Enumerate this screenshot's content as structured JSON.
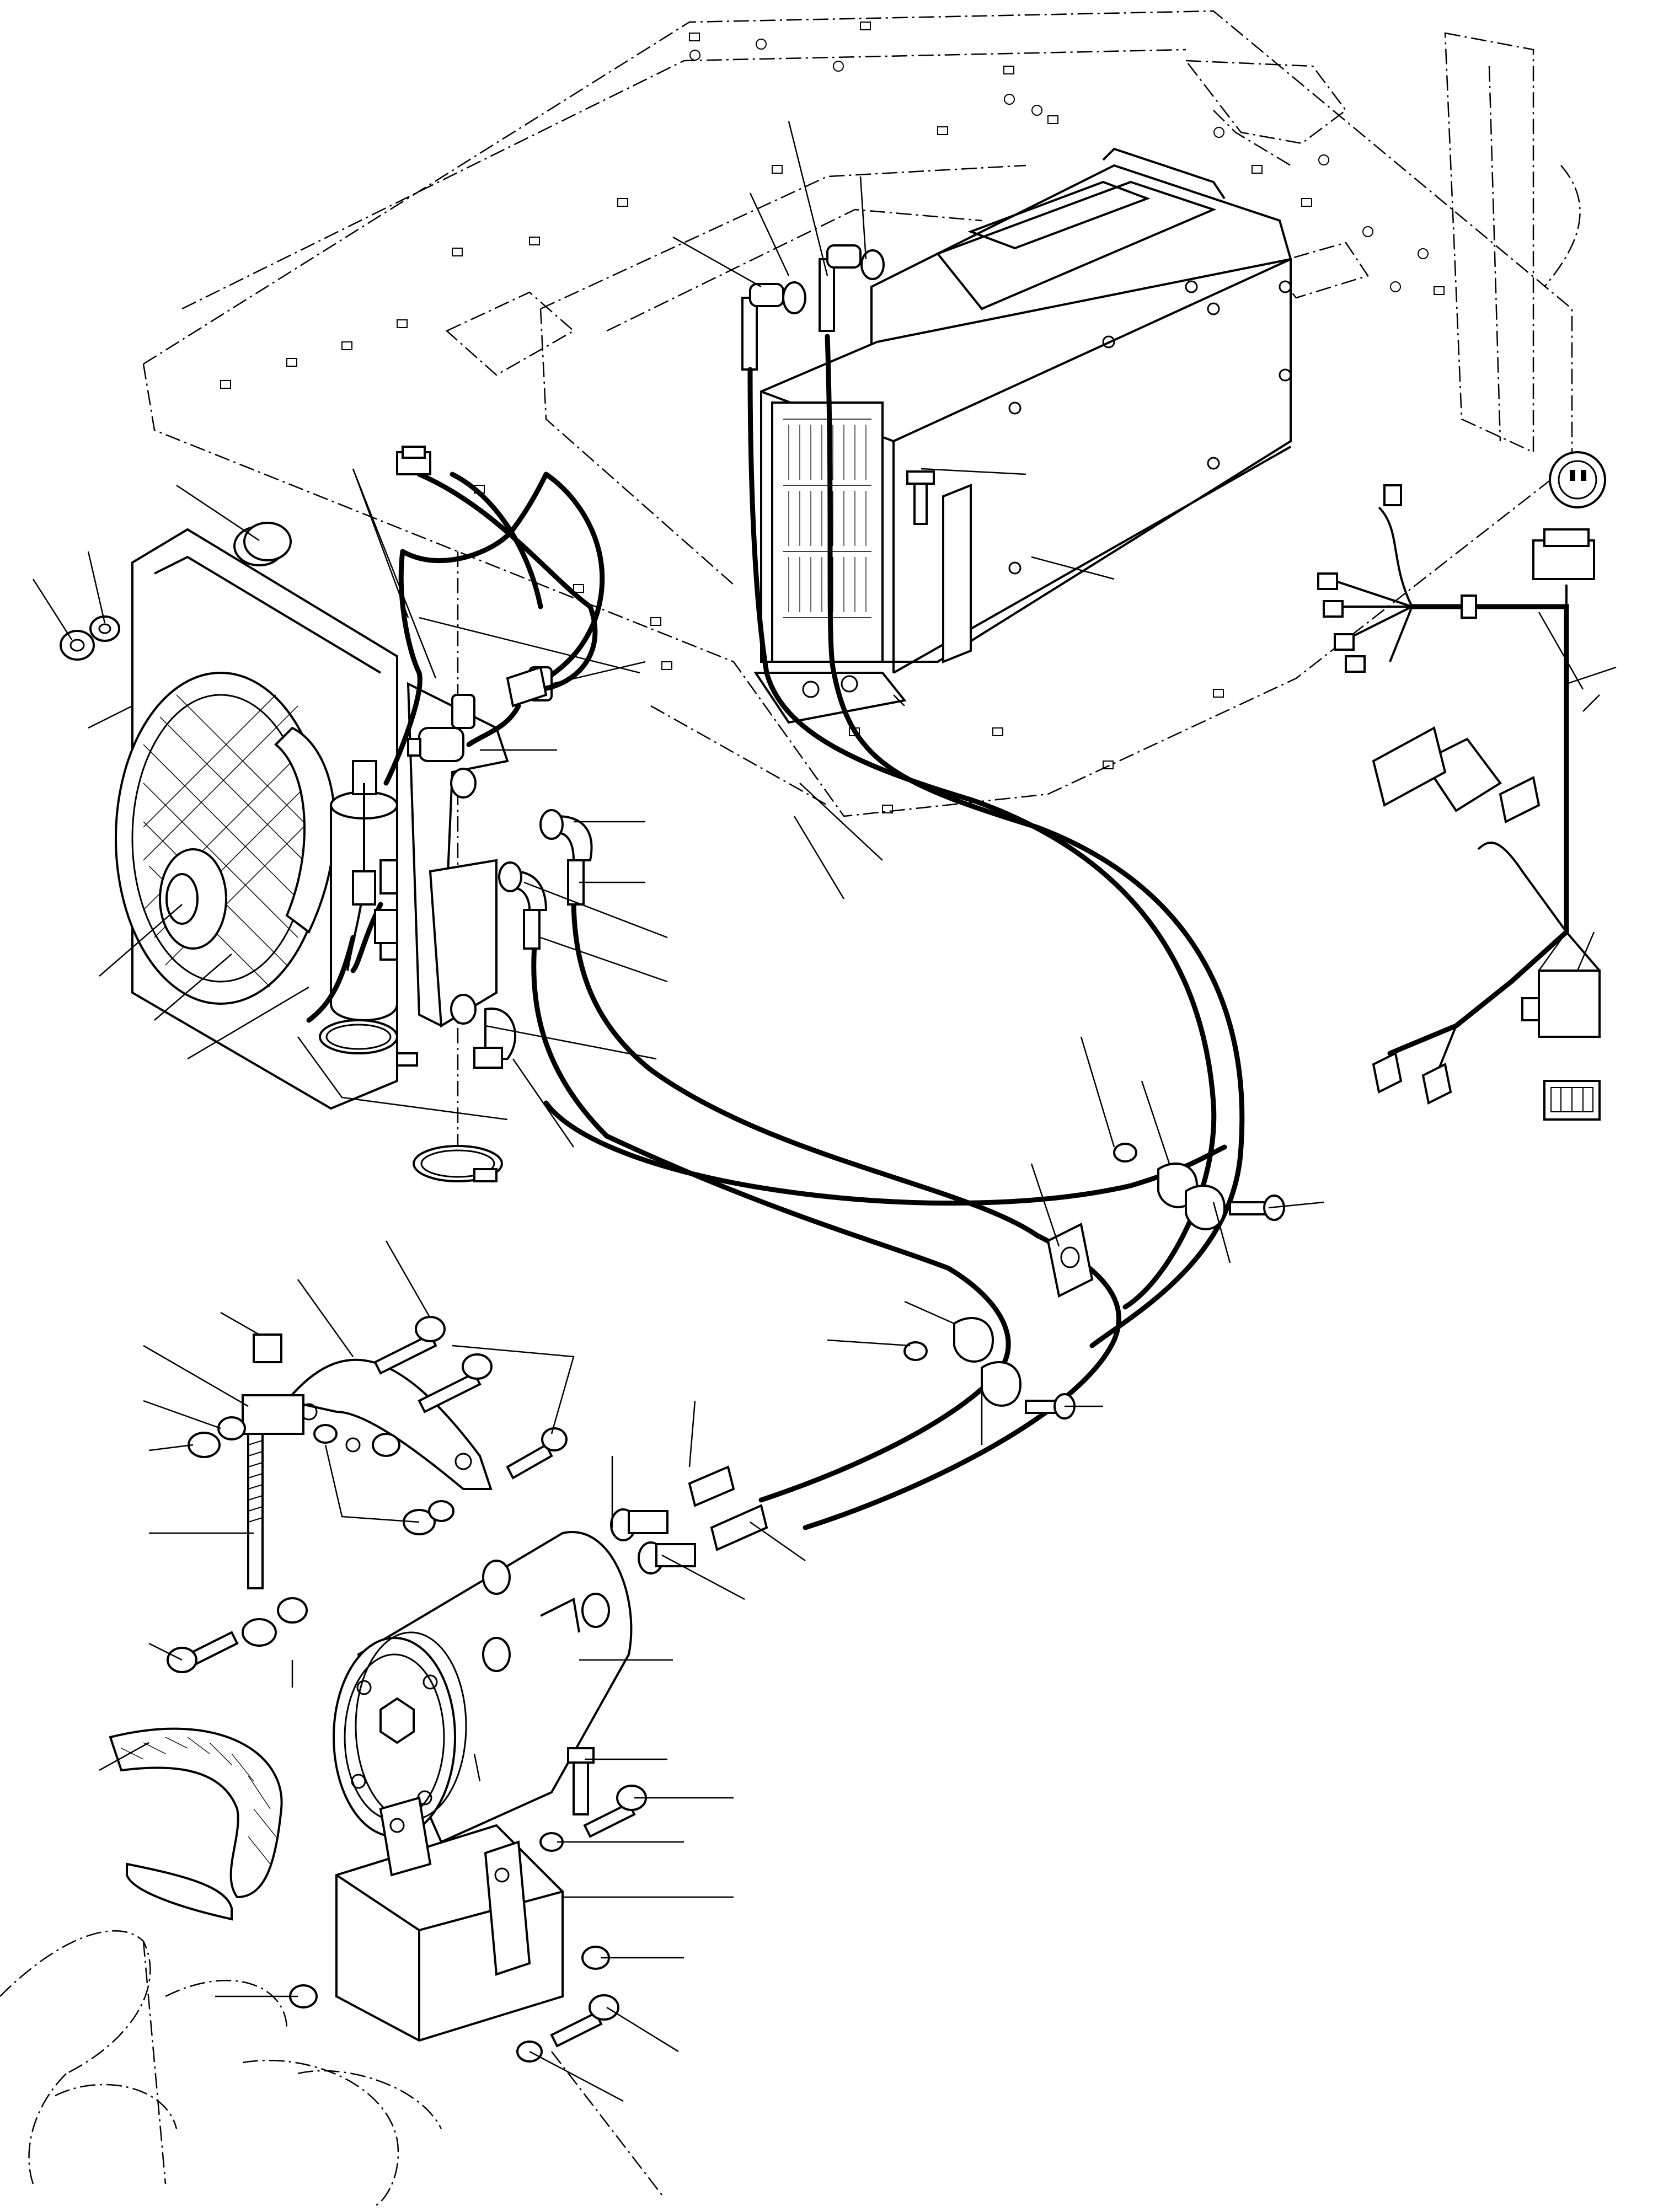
{
  "figure": {
    "type": "exploded-parts-diagram",
    "labels_printed": false,
    "colors": {
      "line": "#000000",
      "background": "#ffffff"
    },
    "assemblies": [
      "cab-floor-outline",
      "heater-evaporator-unit",
      "condenser-fan-assembly",
      "receiver-dryer",
      "refrigerant-hoses",
      "compressor",
      "compressor-mounting-bracket",
      "tension-adjuster",
      "drive-belt",
      "engine-fan",
      "wiring-harness",
      "electrical-connectors",
      "hose-clamps"
    ]
  }
}
